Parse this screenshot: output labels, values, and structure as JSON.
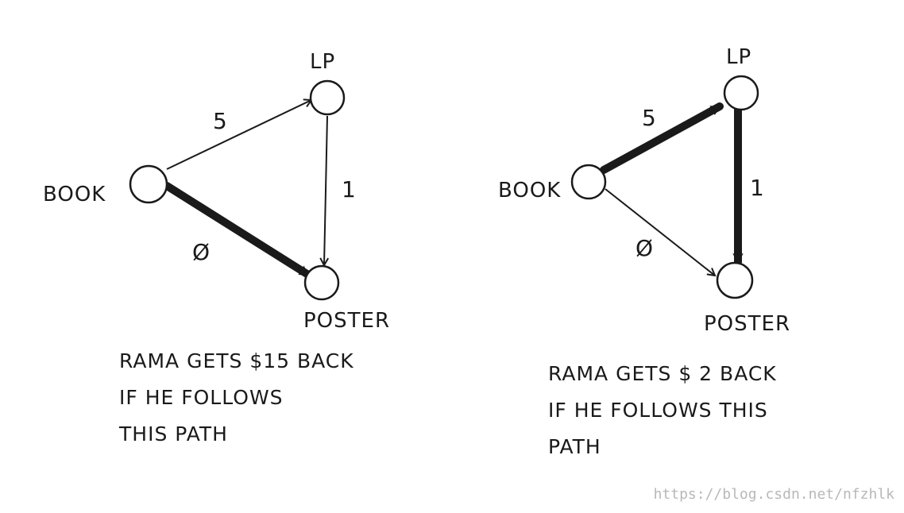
{
  "left_diagram": {
    "nodes": {
      "book": "BOOK",
      "lp": "LP",
      "poster": "POSTER"
    },
    "edges": {
      "book_lp": "5",
      "lp_poster": "1",
      "book_poster": "Ø"
    },
    "highlighted_edge": "book_poster",
    "caption": [
      "RAMA GETS $15 BACK",
      "IF HE FOLLOWS",
      "THIS PATH"
    ]
  },
  "right_diagram": {
    "nodes": {
      "book": "BOOK",
      "lp": "LP",
      "poster": "POSTER"
    },
    "edges": {
      "book_lp": "5",
      "lp_poster": "1",
      "book_poster": "Ø"
    },
    "highlighted_path": [
      "book_lp",
      "lp_poster"
    ],
    "caption": [
      "RAMA GETS $ 2 BACK",
      "IF HE FOLLOWS THIS",
      "PATH"
    ]
  },
  "watermark": "https://blog.csdn.net/nfzhlk"
}
